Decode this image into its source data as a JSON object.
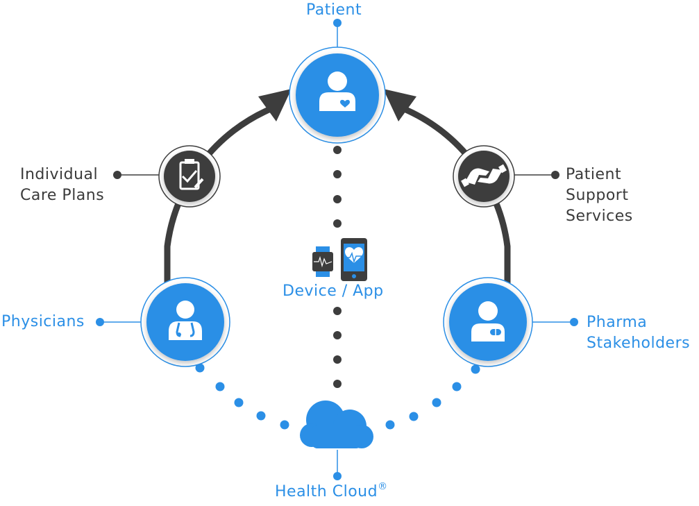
{
  "colors": {
    "accent": "#2b8fe6",
    "dark": "#3a3a3a",
    "ring": "#3d3d3d"
  },
  "nodes": {
    "patient": {
      "label": "Patient",
      "icon": "patient-heart-icon"
    },
    "individual_care_plans": {
      "lines": [
        "Individual",
        "Care Plans"
      ],
      "icon": "clipboard-check-icon"
    },
    "patient_support_services": {
      "lines": [
        "Patient",
        "Support",
        "Services"
      ],
      "icon": "handshake-icon"
    },
    "device_app": {
      "label": "Device / App",
      "icons": [
        "smartwatch-icon",
        "smartphone-heart-icon"
      ]
    },
    "physicians": {
      "label": "Physicians",
      "icon": "doctor-stethoscope-icon"
    },
    "pharma_stakeholders": {
      "lines": [
        "Pharma",
        "Stakeholders"
      ],
      "icon": "pharma-pill-icon"
    },
    "health_cloud": {
      "label": "Health Cloud",
      "mark": "®",
      "icon": "cloud-icon"
    }
  }
}
